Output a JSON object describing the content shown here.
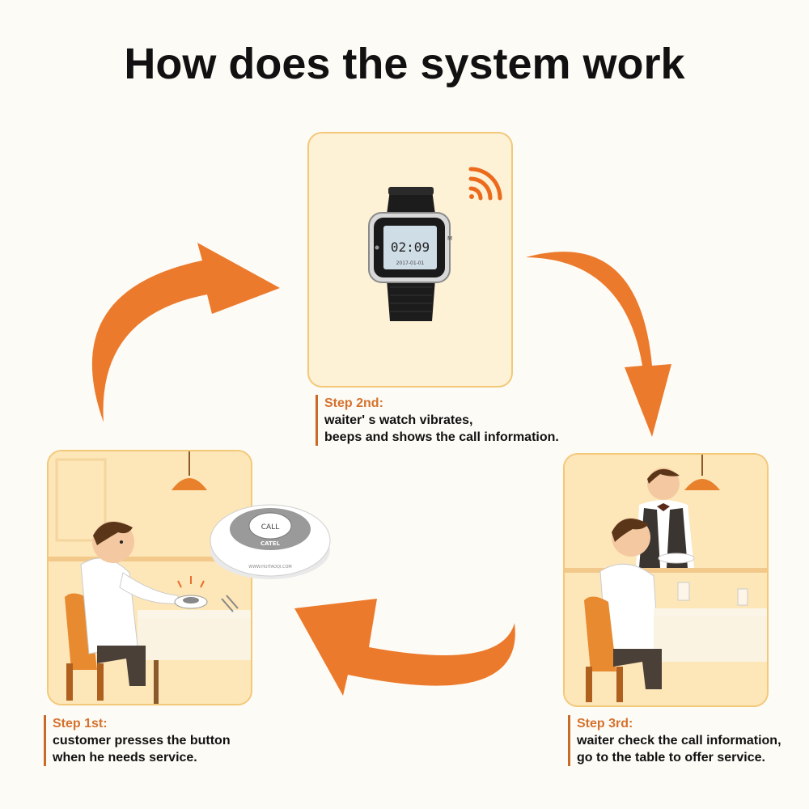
{
  "title": "How does the system work",
  "steps": [
    {
      "label": "Step 1st:",
      "lines": [
        "customer presses the button",
        "when he needs service."
      ]
    },
    {
      "label": "Step 2nd:",
      "lines": [
        "waiter' s watch vibrates,",
        "beeps and shows the call information."
      ]
    },
    {
      "label": "Step 3rd:",
      "lines": [
        "waiter check the call information,",
        "go to the table to offer service."
      ]
    }
  ],
  "watch": {
    "time": "02:09",
    "date": "2017-01-01",
    "side_label": "M"
  },
  "call_button": {
    "label": "CALL",
    "brand": "CATEL",
    "url": "WWW.HUITAOQI.COM"
  },
  "colors": {
    "arrow": "#ec7a2c",
    "step_label": "#d4712d",
    "panel_border": "#f3c878",
    "panel_fill": "#fde6b8"
  }
}
